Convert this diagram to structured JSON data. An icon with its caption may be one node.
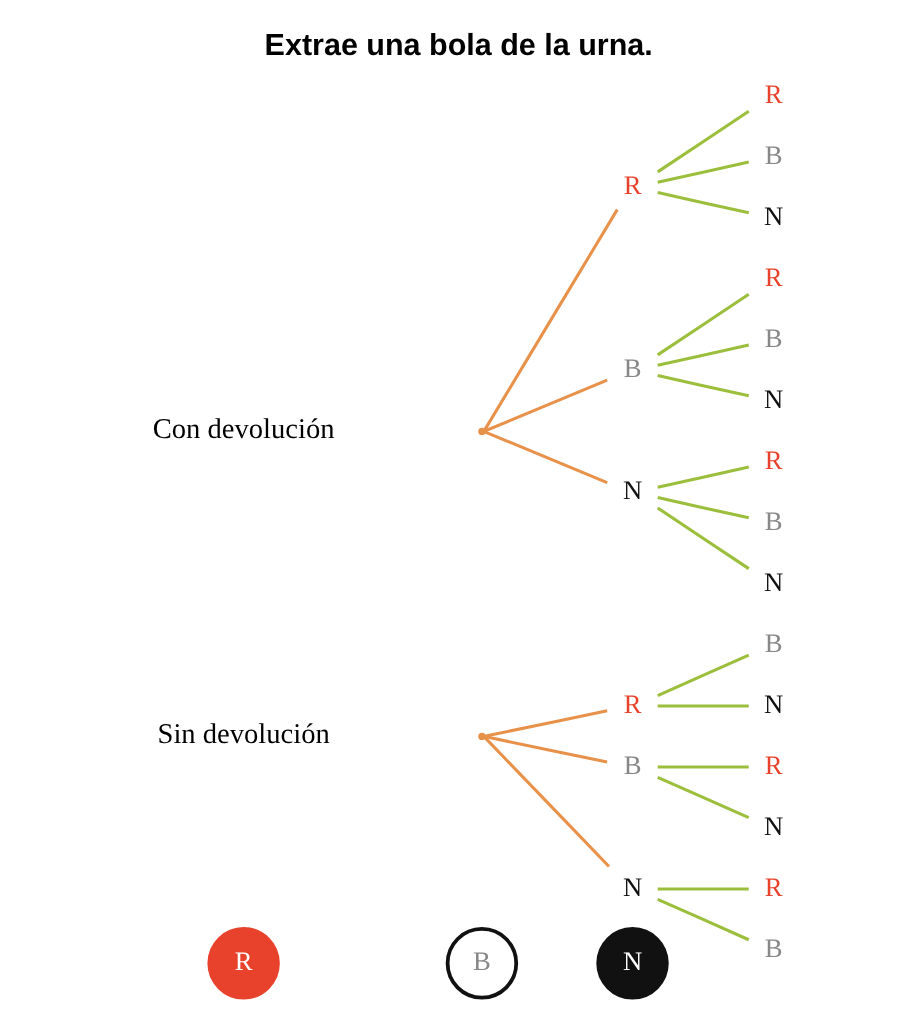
{
  "diagram": {
    "title": "Extrae una bola de la urna.",
    "nodes": [
      {
        "text": [
          "R"
        ]
      },
      {
        "text": [
          "B"
        ]
      },
      {
        "text": [
          "N"
        ]
      },
      {
        "text": [],
        "shape": "point"
      },
      {
        "text": [
          "R"
        ]
      },
      {
        "text": [
          "B"
        ]
      },
      {
        "text": [
          "N"
        ]
      },
      {
        "text": [
          "R"
        ]
      },
      {
        "text": [
          "B"
        ]
      },
      {
        "text": [
          "N"
        ]
      },
      {
        "text": [
          "R"
        ]
      },
      {
        "text": [
          "B"
        ]
      },
      {
        "text": [
          "N"
        ]
      },
      {
        "text": [
          "R"
        ]
      },
      {
        "text": [
          "B"
        ]
      },
      {
        "text": [
          "N"
        ]
      },
      {
        "text": [],
        "shape": "point"
      },
      {
        "text": [
          "R"
        ]
      },
      {
        "text": [
          "B"
        ]
      },
      {
        "text": [
          "N"
        ]
      },
      {
        "text": [
          "B"
        ]
      },
      {
        "text": [
          "N"
        ]
      },
      {
        "text": [
          "R"
        ]
      },
      {
        "text": [
          "N"
        ]
      },
      {
        "text": [
          "R"
        ]
      },
      {
        "text": [
          "B"
        ]
      }
    ],
    "edges": [
      {
        "from": 3,
        "to": 4,
        "arrow": "none",
        "color": "#e8914a"
      },
      {
        "from": 3,
        "to": 5,
        "arrow": "none",
        "color": "#e8914a"
      },
      {
        "from": 3,
        "to": 6,
        "arrow": "none",
        "color": "#e8914a"
      },
      {
        "from": 4,
        "to": 7,
        "arrow": "none"
      },
      {
        "from": 4,
        "to": 8,
        "arrow": "none"
      },
      {
        "from": 4,
        "to": 9,
        "arrow": "none"
      },
      {
        "from": 5,
        "to": 10,
        "arrow": "none"
      },
      {
        "from": 5,
        "to": 11,
        "arrow": "none"
      },
      {
        "from": 5,
        "to": 12,
        "arrow": "none"
      },
      {
        "from": 6,
        "to": 13,
        "arrow": "none"
      },
      {
        "from": 6,
        "to": 14,
        "arrow": "none"
      },
      {
        "from": 6,
        "to": 15,
        "arrow": "none"
      },
      {
        "from": 16,
        "to": 17,
        "arrow": "none",
        "color": "#e8914a"
      },
      {
        "from": 16,
        "to": 18,
        "arrow": "none",
        "color": "#e8914a"
      },
      {
        "from": 16,
        "to": 19,
        "arrow": "none",
        "color": "#e8914a"
      },
      {
        "from": 17,
        "to": 20,
        "arrow": "none"
      },
      {
        "from": 17,
        "to": 21,
        "arrow": "none"
      },
      {
        "from": 18,
        "to": 22,
        "arrow": "none"
      },
      {
        "from": 18,
        "to": 23,
        "arrow": "none"
      },
      {
        "from": 19,
        "to": 24,
        "arrow": "none"
      },
      {
        "from": 19,
        "to": 25,
        "arrow": "none"
      }
    ],
    "labels": [
      "Con devolución",
      "Sin devolución"
    ]
  }
}
